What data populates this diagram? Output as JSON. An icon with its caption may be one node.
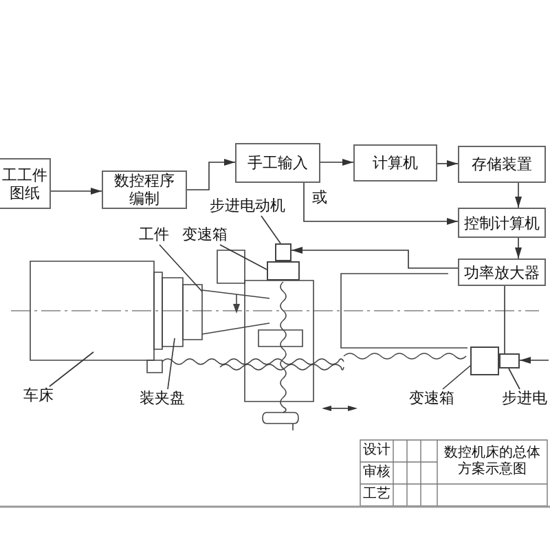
{
  "diagram": {
    "nodes": [
      {
        "text": [
          "工工件图纸"
        ]
      },
      {
        "text": [
          "数控程序编制"
        ]
      },
      {
        "text": [
          "手工输入"
        ]
      },
      {
        "text": [
          "计算机"
        ]
      },
      {
        "text": [
          "存储装置"
        ]
      },
      {
        "text": [
          "控制计算机"
        ]
      },
      {
        "text": [
          "功率放大器"
        ]
      },
      {
        "text": [],
        "shape": "box"
      },
      {
        "text": [],
        "shape": "box"
      },
      {
        "text": [
          "步进电动机"
        ]
      },
      {
        "text": [
          "工件"
        ]
      },
      {
        "text": [
          "变速箱"
        ]
      },
      {
        "text": [
          "车床"
        ]
      },
      {
        "text": [
          "装夹盘"
        ]
      },
      {
        "text": [
          "变速箱"
        ]
      },
      {
        "text": [
          "步进电"
        ]
      },
      {
        "text": [],
        "shape": "box"
      },
      {
        "text": [],
        "shape": "box"
      }
    ],
    "edges": [
      {
        "from": 0,
        "to": 1,
        "arrow": "to"
      },
      {
        "from": 1,
        "to": 2,
        "arrow": "to"
      },
      {
        "from": 2,
        "to": 3,
        "arrow": "to"
      },
      {
        "from": 3,
        "to": 4,
        "arrow": "to"
      },
      {
        "from": 4,
        "to": 5,
        "arrow": "to"
      },
      {
        "from": 2,
        "to": 5,
        "arrow": "to",
        "label": "或"
      },
      {
        "from": 5,
        "to": 6,
        "arrow": "to"
      },
      {
        "from": 6,
        "to": 7,
        "arrow": "to"
      },
      {
        "from": 6,
        "to": 8,
        "arrow": "none"
      },
      {
        "from": null,
        "to": 8,
        "arrow": "to"
      },
      {
        "from": 9,
        "to": 7,
        "arrow": "none"
      },
      {
        "from": 10,
        "to": null,
        "arrow": "none"
      },
      {
        "from": 11,
        "to": 16,
        "arrow": "none"
      },
      {
        "from": 12,
        "to": null,
        "arrow": "none"
      },
      {
        "from": 13,
        "to": null,
        "arrow": "none"
      },
      {
        "from": 14,
        "to": 17,
        "arrow": "none"
      },
      {
        "from": 15,
        "to": 8,
        "arrow": "none"
      }
    ],
    "labels": [
      "设计",
      "审核",
      "工艺",
      "数控机床的总体方案示意图"
    ]
  }
}
